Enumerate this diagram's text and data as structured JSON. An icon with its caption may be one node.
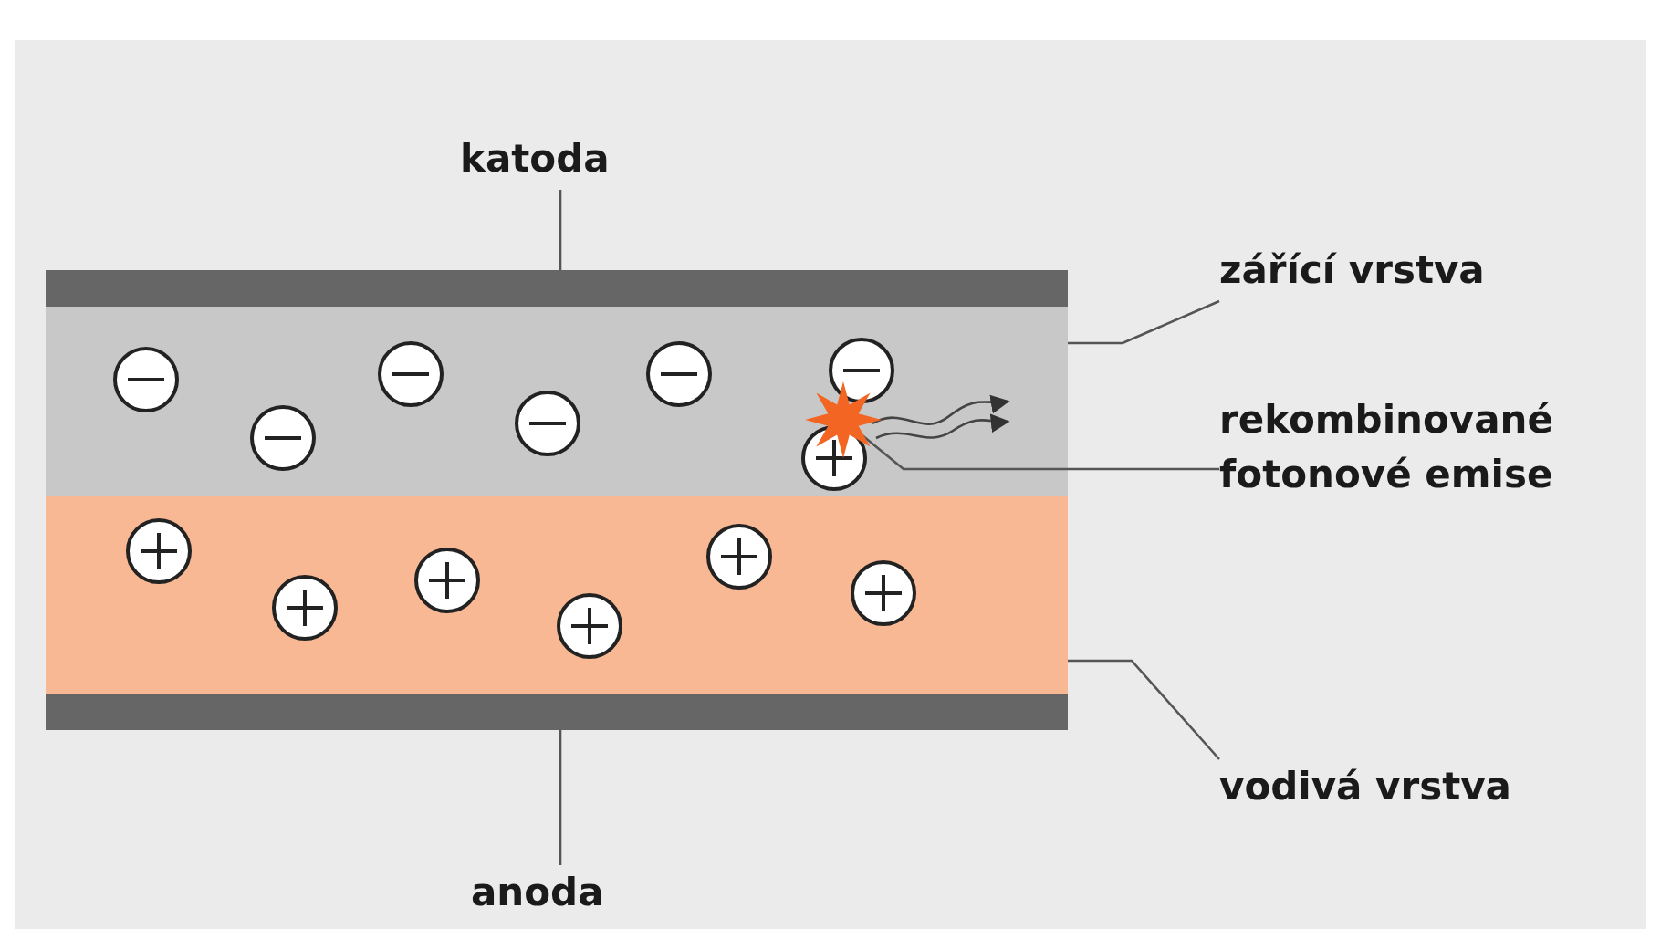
{
  "diagram": {
    "nodes": [
      {
        "text": [
          "katoda"
        ]
      },
      {
        "text": [],
        "shape": "bar"
      },
      {
        "text": [
          "zářící vrstva"
        ]
      },
      {
        "text": [],
        "shape": "box"
      },
      {
        "text": [
          "rekombinované fotonové emise"
        ]
      },
      {
        "text": [],
        "shape": "star",
        "in": 3
      },
      {
        "text": [
          "vodivá vrstva"
        ]
      },
      {
        "text": [],
        "shape": "box"
      },
      {
        "text": [
          "anoda"
        ]
      },
      {
        "text": [],
        "shape": "bar"
      }
    ],
    "edges": [
      {
        "from": 0,
        "to": 1,
        "arrow": "none"
      },
      {
        "from": 2,
        "to": 3,
        "arrow": "none"
      },
      {
        "from": 4,
        "to": 5,
        "arrow": "none"
      },
      {
        "from": 6,
        "to": 7,
        "arrow": "none"
      },
      {
        "from": 8,
        "to": 9,
        "arrow": "none"
      }
    ]
  }
}
